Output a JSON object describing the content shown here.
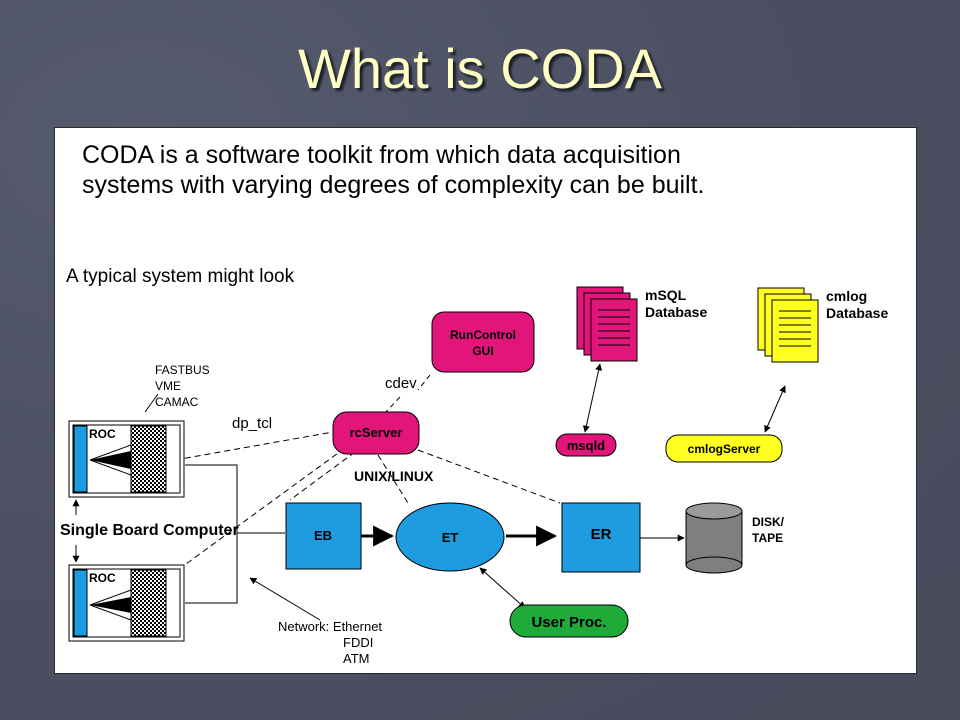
{
  "slide": {
    "title": "What is CODA"
  },
  "intro": {
    "line1": "CODA is a software toolkit from which data acquisition",
    "line2": "systems with varying degrees of complexity can be built."
  },
  "caption": "A typical system might look",
  "nodes": {
    "runcontrol": [
      "RunControl",
      "GUI"
    ],
    "rcserver": "rcServer",
    "eb": "EB",
    "et": "ET",
    "er": "ER",
    "user_proc": "User Proc.",
    "msqld": "msqld",
    "cmlogserver": "cmlogServer",
    "roc_top": "ROC",
    "roc_bottom": "ROC",
    "disk": [
      "DISK/",
      "TAPE"
    ],
    "msql_db": [
      "mSQL",
      "Database"
    ],
    "cmlog_db": [
      "cmlog",
      "Database"
    ]
  },
  "labels": {
    "bus": [
      "FASTBUS",
      "VME",
      "CAMAC"
    ],
    "cdev": "cdev",
    "dp_tcl": "dp_tcl",
    "unix_linux": "UNIX/LINUX",
    "sbc": "Single Board Computer",
    "network": [
      "Network: Ethernet",
      "FDDI",
      "ATM"
    ]
  },
  "colors": {
    "magenta": "#e2157a",
    "yellow": "#ffff22",
    "blue": "#1f9be0",
    "green": "#1faa3a",
    "disk_gray": "#7f7f7f",
    "title": "#ffffc4"
  }
}
